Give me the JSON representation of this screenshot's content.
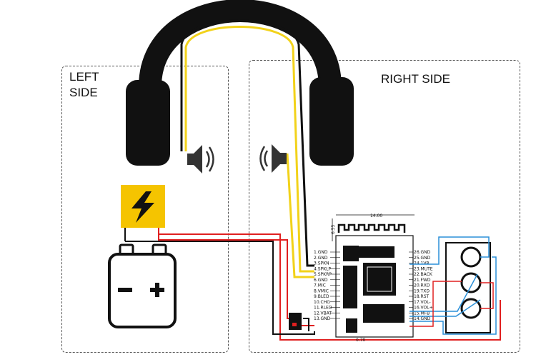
{
  "labels": {
    "left_side_line1": "LEFT",
    "left_side_line2": "SIDE",
    "right_side": "RIGHT SIDE"
  },
  "module": {
    "dim_width": "14.00",
    "dim_height": "6.55",
    "dim_bottom": "0.70",
    "left_pins": [
      "1.GND",
      "2.GND",
      "3.SPKN",
      "4.SPKLP",
      "5.SPKRP",
      "6.GND",
      "7.MIC",
      "8.VMIC",
      "9.BLED",
      "10.CHG",
      "11.RLED",
      "12.VBAT",
      "13.GND"
    ],
    "right_pins": [
      "26.GND",
      "25.GND",
      "24.1V8",
      "23.MUTE",
      "22.BACK",
      "21.FWD",
      "20.RXD",
      "19.TXD",
      "18.RST",
      "17.VOL-",
      "16.VOL+",
      "15.MFB",
      "14.GND"
    ]
  },
  "icons": {
    "battery": "battery-icon",
    "lightning": "lightning-bolt-icon",
    "speaker_left": "speaker-icon",
    "speaker_right": "speaker-icon",
    "switch": "power-switch-icon",
    "buttons": "push-button-icon"
  },
  "colors": {
    "wire_red": "#e02020",
    "wire_black": "#111111",
    "wire_yellow": "#f2d21a",
    "wire_blue": "#2a8fd8",
    "charger_yellow": "#f5c400"
  }
}
